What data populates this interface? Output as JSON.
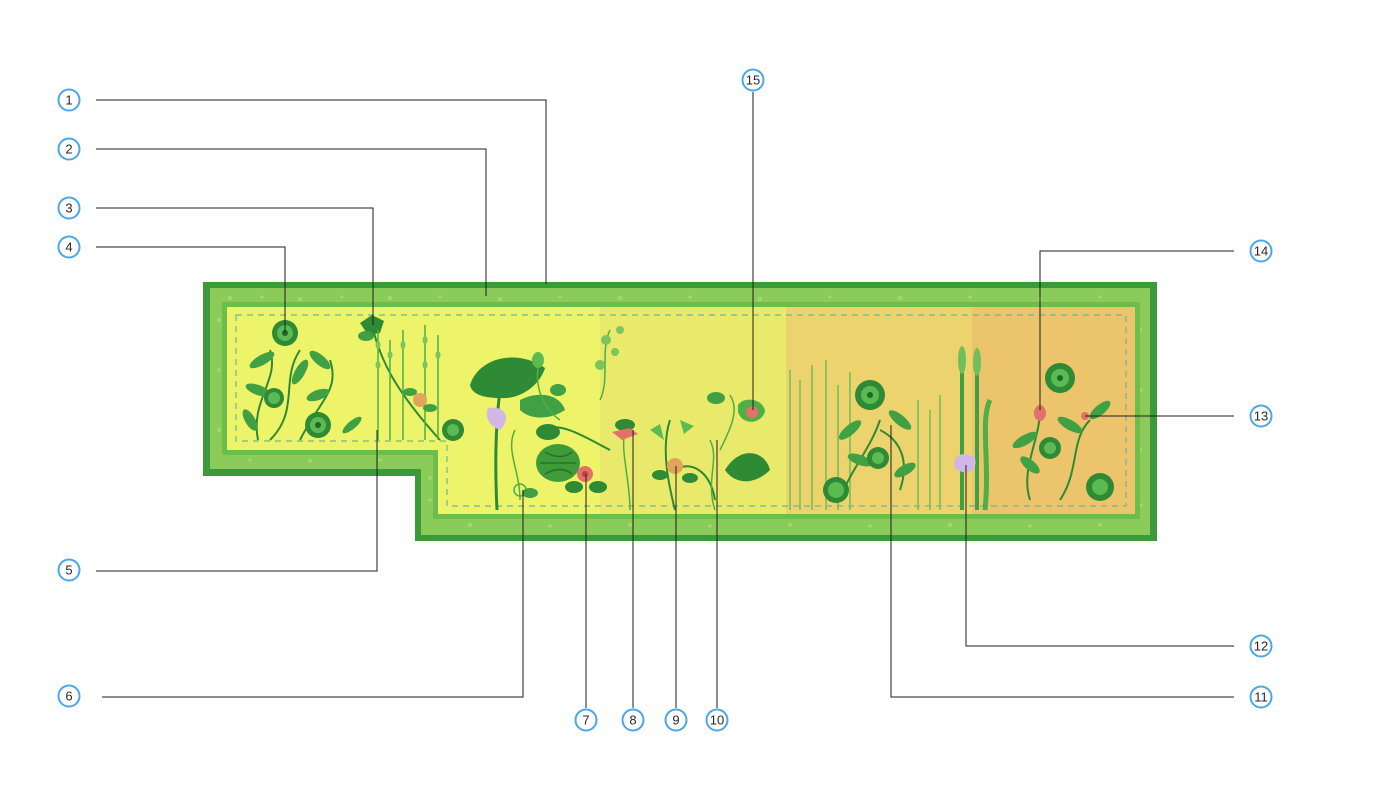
{
  "colors": {
    "accent": "#4aa8e8",
    "border_dark": "#3d9a3a",
    "border_light": "#7dc55a",
    "bed_yellow": "#eef46a",
    "bed_yellow2": "#e8e66a",
    "bed_orange1": "#ecd36e",
    "bed_orange2": "#ecc46c",
    "leaf_dark": "#2f8a35",
    "leaf_mid": "#4fae45",
    "flower_pink": "#e3716a",
    "flower_purple": "#d2b7e6",
    "watermelon": "#3f9a3a"
  },
  "callouts": [
    {
      "number": "1"
    },
    {
      "number": "2"
    },
    {
      "number": "3"
    },
    {
      "number": "4"
    },
    {
      "number": "5"
    },
    {
      "number": "6"
    },
    {
      "number": "7"
    },
    {
      "number": "8"
    },
    {
      "number": "9"
    },
    {
      "number": "10"
    },
    {
      "number": "11"
    },
    {
      "number": "12"
    },
    {
      "number": "13"
    },
    {
      "number": "14"
    },
    {
      "number": "15"
    }
  ]
}
